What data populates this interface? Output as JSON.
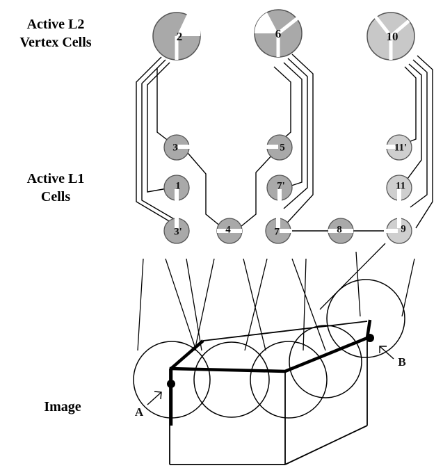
{
  "labels": {
    "l2": [
      "Active L2",
      "Vertex Cells"
    ],
    "l1": [
      "Active L1",
      "Cells"
    ],
    "image": "Image"
  },
  "l2_cells": [
    "2",
    "6",
    "10"
  ],
  "l1_cells": [
    "3",
    "5",
    "11'",
    "1",
    "7'",
    "11",
    "3'",
    "4",
    "7",
    "8",
    "9"
  ],
  "points": [
    "A",
    "B"
  ],
  "colors": {
    "cell_fill": "#a9a9a9",
    "cell_fill_light": "#cfcfcf",
    "line": "#000000"
  }
}
